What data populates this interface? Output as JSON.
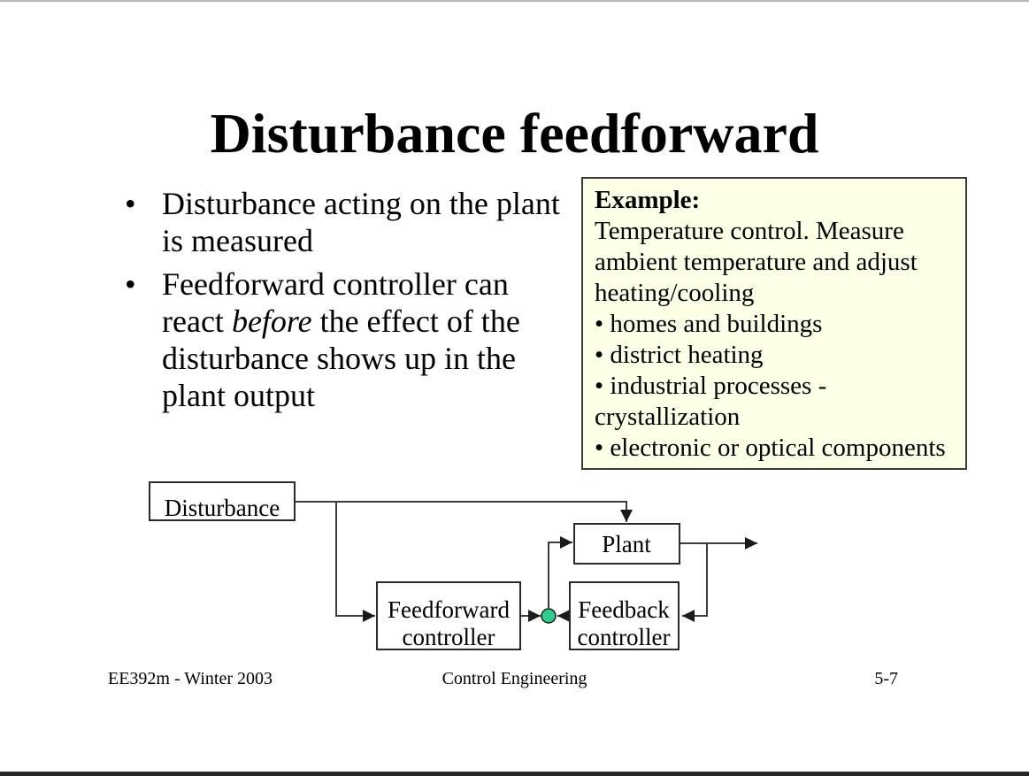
{
  "slide": {
    "title": "Disturbance feedforward",
    "bullet_char": "•",
    "bullets": [
      {
        "text": "Disturbance acting on the plant\nis measured"
      },
      {
        "pre": "Feedforward controller can\nreact ",
        "italic": "before",
        "post": " the effect of the\ndisturbance shows up in the\nplant output"
      }
    ],
    "example_box": {
      "title": "Example:",
      "body": "Temperature control. Measure\nambient temperature and adjust\nheating/cooling\n• homes and buildings\n• district heating\n• industrial processes -\ncrystallization\n• electronic or optical components",
      "background_color": "#FFFFE8",
      "border_color": "#3a3a3a"
    },
    "diagram": {
      "nodes": {
        "disturbance": {
          "label": "Disturbance"
        },
        "plant": {
          "label": "Plant"
        },
        "feedforward": {
          "line1": "Feedforward",
          "line2": "controller"
        },
        "feedback": {
          "line1": "Feedback",
          "line2": "controller"
        }
      },
      "junction_color": "#2FCC8F",
      "line_color": "#3d3d3d"
    },
    "footer": {
      "left": "EE392m  - Winter 2003",
      "center": "Control Engineering",
      "right": "5-7"
    }
  }
}
